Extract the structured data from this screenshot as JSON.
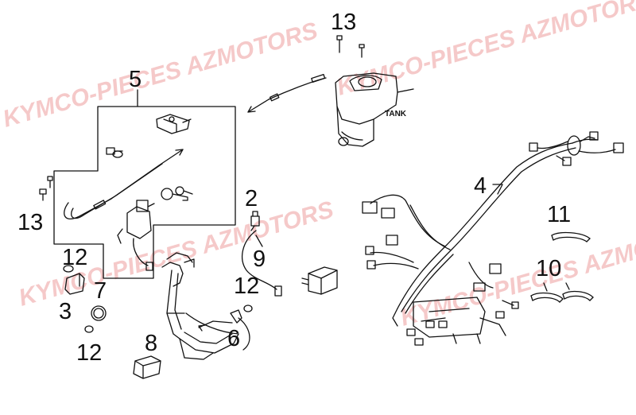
{
  "watermarks": [
    "KYMCO-PIECES AZMOTORS",
    "KYMCO-PIECES AZMOTORS",
    "KYMCO-PIECES AZMOTORS",
    "KYMCO-PIECES AZMOTORS"
  ],
  "watermark_color": "#f2b8b8",
  "labels": {
    "tank": "TANK",
    "part_13_top": "13",
    "part_13_left": "13",
    "part_5": "5",
    "part_2": "2",
    "part_9": "9",
    "part_12_a": "12",
    "part_12_b": "12",
    "part_12_c": "12",
    "part_3": "3",
    "part_7": "7",
    "part_8": "8",
    "part_6": "6",
    "part_4": "4",
    "part_11": "11",
    "part_10": "10"
  }
}
